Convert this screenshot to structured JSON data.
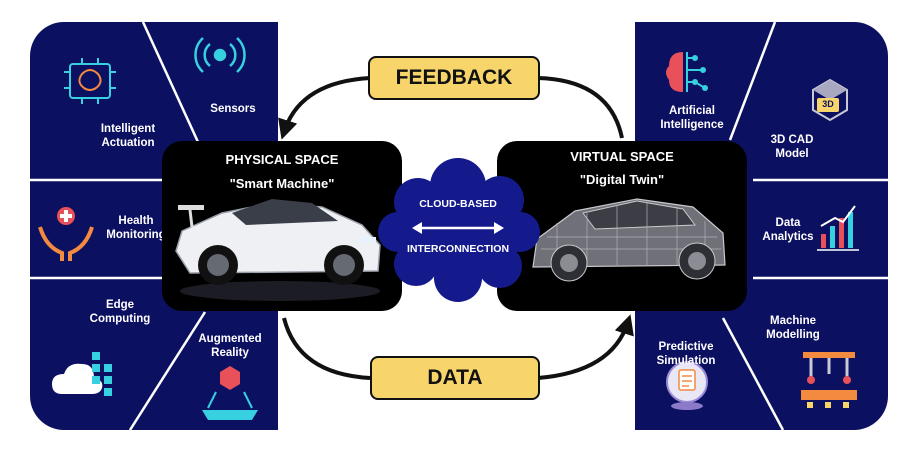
{
  "left_panel": {
    "intelligent_actuation": "Intelligent\nActuation",
    "sensors": "Sensors",
    "health_monitoring": "Health\nMonitoring",
    "edge_computing": "Edge\nComputing",
    "augmented_reality": "Augmented\nReality"
  },
  "right_panel": {
    "artificial_intelligence": "Artificial\nIntelligence",
    "cad_model": "3D CAD\nModel",
    "data_analytics": "Data\nAnalytics",
    "machine_modelling": "Machine\nModelling",
    "predictive_simulation": "Predictive\nSimulation",
    "cad_badge": "3D"
  },
  "physical": {
    "title": "PHYSICAL SPACE",
    "subtitle": "\"Smart Machine\""
  },
  "virtual": {
    "title": "VIRTUAL SPACE",
    "subtitle": "\"Digital Twin\""
  },
  "cloud": {
    "line1": "CLOUD-BASED",
    "line2": "INTERCONNECTION"
  },
  "flows": {
    "feedback": "FEEDBACK",
    "data": "DATA"
  },
  "colors": {
    "panel": "#0c1060",
    "cloud": "#141a8c",
    "flow_box": "#f7d56a",
    "accent_cyan": "#36d0e0",
    "accent_orange": "#f28a40"
  }
}
